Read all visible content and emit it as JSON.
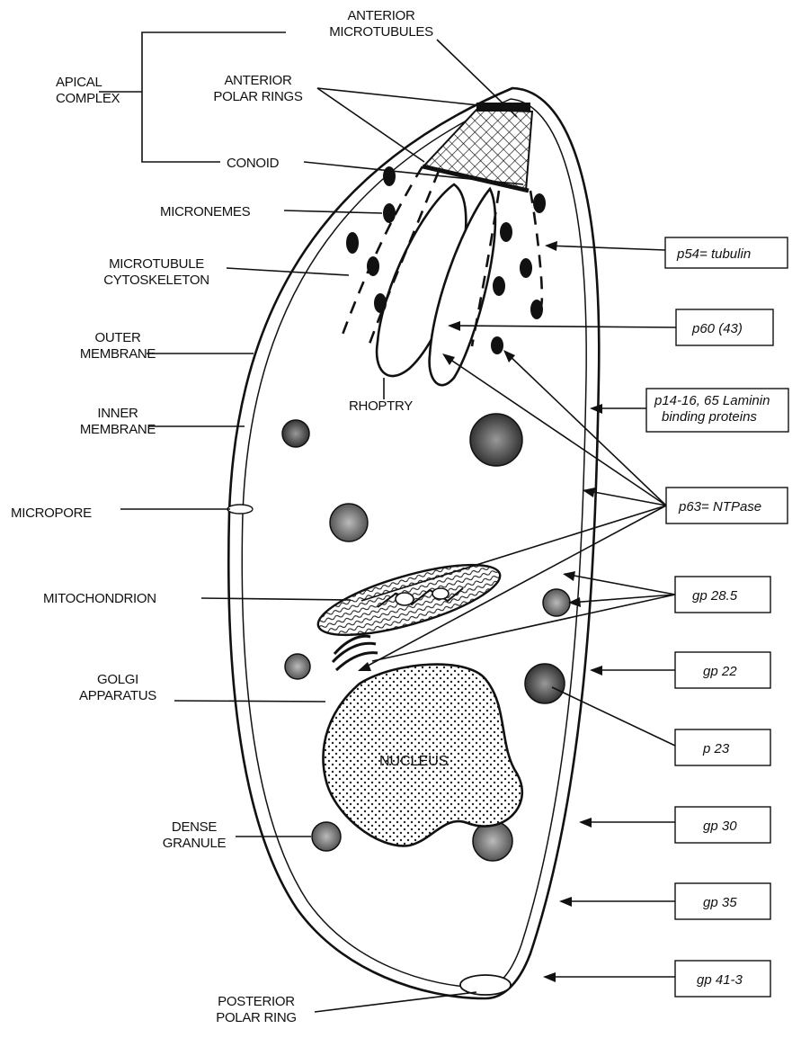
{
  "left_labels": {
    "anterior_microtubules": [
      "ANTERIOR",
      "MICROTUBULES"
    ],
    "apical_complex": [
      "APICAL",
      "COMPLEX"
    ],
    "anterior_polar_rings": [
      "ANTERIOR",
      "POLAR RINGS"
    ],
    "conoid": [
      "CONOID"
    ],
    "micronemes": [
      "MICRONEMES"
    ],
    "microtubule_cytoskeleton": [
      "MICROTUBULE",
      "CYTOSKELETON"
    ],
    "outer_membrane": [
      "OUTER",
      "MEMBRANE"
    ],
    "inner_membrane": [
      "INNER",
      "MEMBRANE"
    ],
    "micropore": [
      "MICROPORE"
    ],
    "mitochondrion": [
      "MITOCHONDRION"
    ],
    "golgi_apparatus": [
      "GOLGI",
      "APPARATUS"
    ],
    "dense_granule": [
      "DENSE",
      "GRANULE"
    ],
    "posterior_polar_ring": [
      "POSTERIOR",
      "POLAR RING"
    ],
    "rhoptry": [
      "RHOPTRY"
    ],
    "nucleus": [
      "NUCLEUS"
    ]
  },
  "right_boxes": {
    "p54": [
      "p54= tubulin"
    ],
    "p60": [
      "p60 (43)"
    ],
    "p14": [
      "p14-16, 65 Laminin",
      "binding proteins"
    ],
    "p63": [
      "p63= NTPase"
    ],
    "gp285": [
      "gp 28.5"
    ],
    "gp22": [
      "gp 22"
    ],
    "p23": [
      "p 23"
    ],
    "gp30": [
      "gp 30"
    ],
    "gp35": [
      "gp 35"
    ],
    "gp413": [
      "gp 41-3"
    ]
  }
}
